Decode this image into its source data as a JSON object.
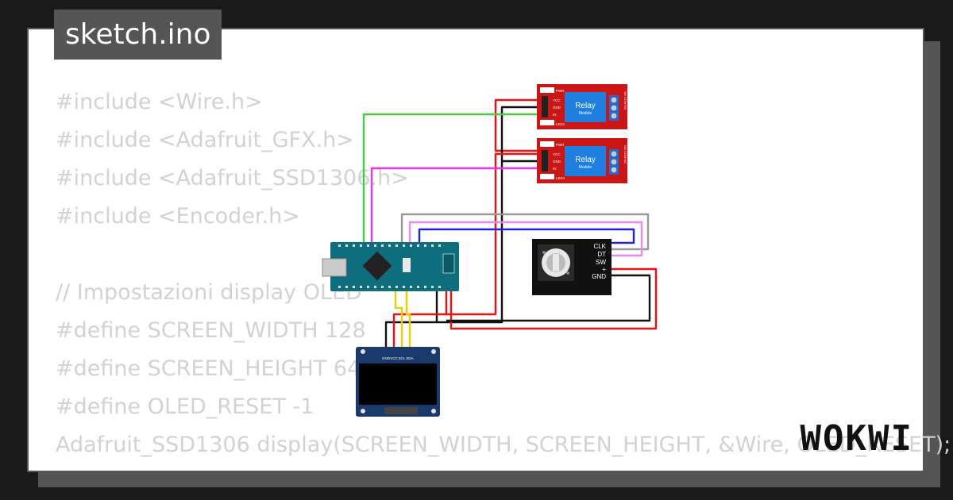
{
  "project": {
    "filename": "sketch.ino"
  },
  "code_lines": [
    "#include <Wire.h>",
    "#include <Adafruit_GFX.h>",
    "#include <Adafruit_SSD1306.h>",
    "#include <Encoder.h>",
    "",
    "// Impostazioni display OLED",
    "#define SCREEN_WIDTH 128",
    "#define SCREEN_HEIGHT 64",
    "#define OLED_RESET -1",
    "Adafruit_SSD1306 display(SCREEN_WIDTH, SCREEN_HEIGHT, &Wire, OLED_RESET);"
  ],
  "relay1": {
    "label": "Relay",
    "sub": "Module",
    "pins": [
      "VCC",
      "GND",
      "IN"
    ],
    "pwr": "PWR",
    "led": "LED1",
    "terms": "NO COM NC"
  },
  "relay2": {
    "label": "Relay",
    "sub": "Module",
    "pins": [
      "VCC",
      "GND",
      "IN"
    ],
    "pwr": "PWR",
    "led": "LED1",
    "terms": "NO COM NC"
  },
  "encoder": {
    "pins": [
      "CLK",
      "DT",
      "SW",
      "+",
      "GND"
    ]
  },
  "oled": {
    "pins": [
      "GND",
      "VCC",
      "SCL",
      "SDA"
    ]
  },
  "brand": {
    "logo": "WOKWI"
  },
  "colors": {
    "background": "#1a1a1a",
    "card": "#ffffff",
    "tab": "#555555",
    "code_text": "#d2d2d2",
    "relay_board": "#cc1616",
    "relay_body": "#1e7fe0",
    "nano_board": "#0e6e7e",
    "wire_red": "#ee1111",
    "wire_black": "#111111",
    "wire_green": "#44cc44",
    "wire_magenta": "#ee33ee",
    "wire_blue": "#2222dd",
    "wire_gray": "#999999",
    "wire_pink": "#ee88ee",
    "wire_yellow": "#eecc00"
  }
}
